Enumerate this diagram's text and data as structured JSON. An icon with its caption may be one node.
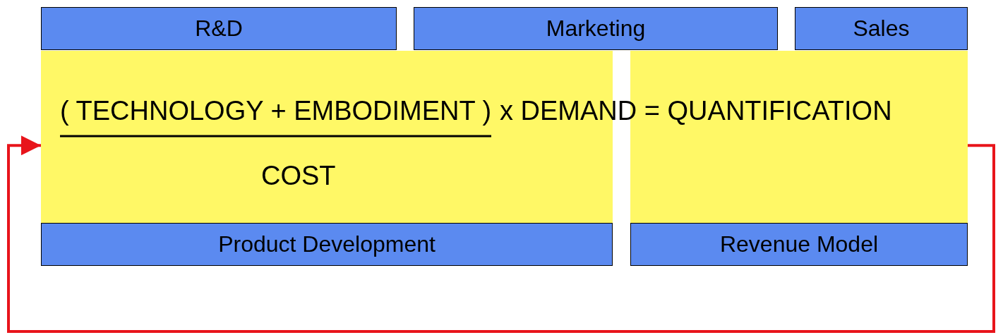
{
  "diagram": {
    "nodes": [
      {
        "text": [
          "R&D"
        ]
      },
      {
        "text": [
          "Marketing"
        ]
      },
      {
        "text": [
          "Sales"
        ]
      },
      {
        "text": [],
        "shape": "box"
      },
      {
        "text": [],
        "shape": "box"
      },
      {
        "text": [
          "Product Development"
        ]
      },
      {
        "text": [
          "Revenue Model"
        ]
      }
    ],
    "edges": [
      {
        "from": 4,
        "to": 3,
        "arrow": "to",
        "color": "#e8141b"
      }
    ],
    "labels": [
      "( TECHNOLOGY + EMBODIMENT )",
      "x DEMAND = QUANTIFICATION",
      "COST"
    ]
  }
}
